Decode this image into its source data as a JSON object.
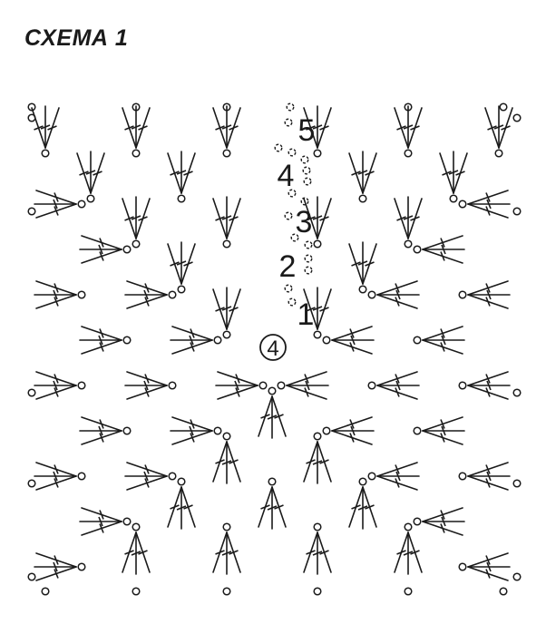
{
  "title": "СХЕМА 1",
  "row_labels": [
    "1",
    "2",
    "3",
    "4",
    "5"
  ],
  "start_label": "4",
  "colors": {
    "ink": "#1a1a1a",
    "background": "#ffffff"
  },
  "symbols": {
    "cluster": "treble-cluster-symbol",
    "chain": "chain-stitch-symbol",
    "start": "starting-ring-symbol"
  }
}
